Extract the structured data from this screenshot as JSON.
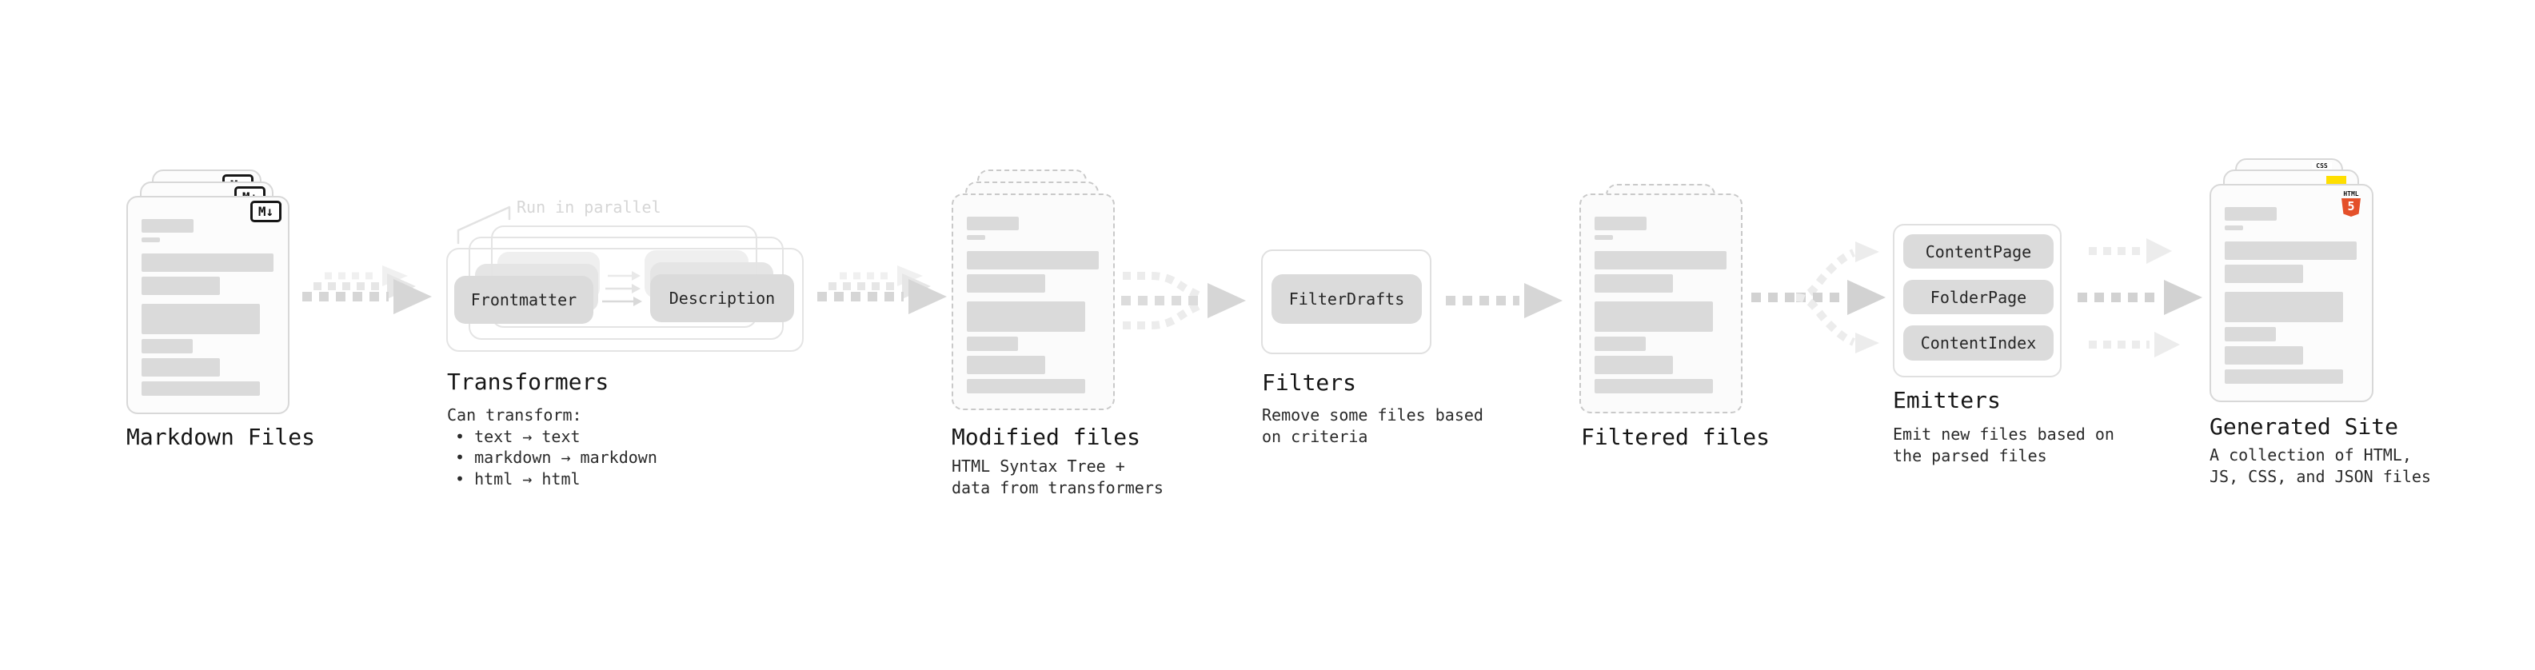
{
  "stages": {
    "markdown": {
      "caption": "Markdown Files",
      "badge": "M↓"
    },
    "transformers": {
      "caption": "Transformers",
      "note": "Run in parallel",
      "buttons": [
        "Frontmatter",
        "Description"
      ],
      "desc": "Can transform:",
      "bullets": [
        "• text → text",
        "• markdown → markdown",
        "• html → html"
      ]
    },
    "modified": {
      "caption": "Modified files",
      "desc": [
        "HTML Syntax Tree +",
        "data from transformers"
      ]
    },
    "filters": {
      "caption": "Filters",
      "buttons": [
        "FilterDrafts"
      ],
      "desc": [
        "Remove some files based",
        "on criteria"
      ]
    },
    "filtered": {
      "caption": "Filtered files"
    },
    "emitters": {
      "caption": "Emitters",
      "buttons": [
        "ContentPage",
        "FolderPage",
        "ContentIndex"
      ],
      "desc": [
        "Emit new files based on",
        "the parsed files"
      ]
    },
    "site": {
      "caption": "Generated Site",
      "desc": [
        "A collection of HTML,",
        "JS, CSS, and JSON files"
      ],
      "badges": {
        "css": "CSS",
        "html_label": "HTML",
        "html_number": "5"
      }
    }
  },
  "colors": {
    "arrow_main": "#d6d6d6",
    "arrow_mid": "#e6e6e6",
    "arrow_light": "#ececec",
    "accent_html5": "#e4502a",
    "accent_js": "#ffdf00",
    "accent_css": "#2965f1"
  }
}
